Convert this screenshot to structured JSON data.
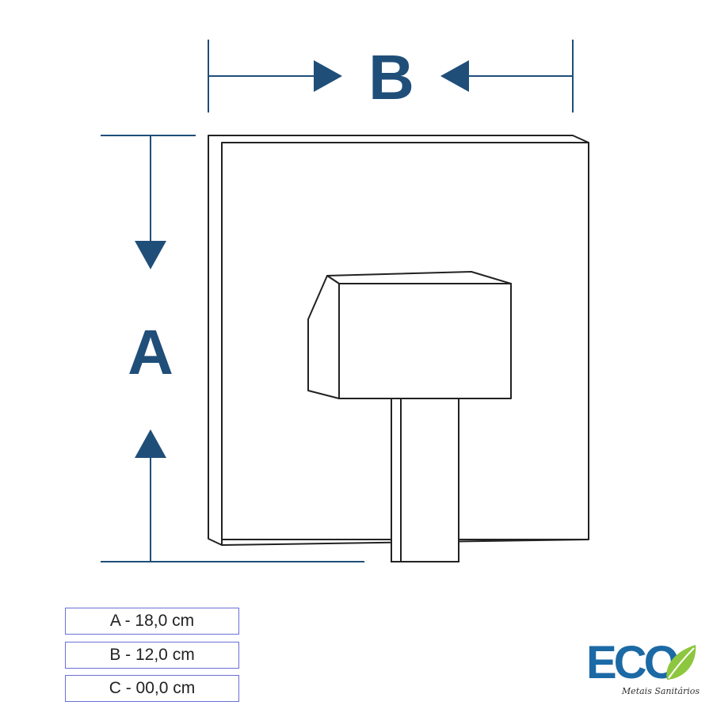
{
  "dimensions": {
    "label_a": "A",
    "label_b": "B"
  },
  "specs": [
    {
      "label": "A - 18,0 cm"
    },
    {
      "label": "B - 12,0 cm"
    },
    {
      "label": "C - 00,0 cm"
    }
  ],
  "logo": {
    "wordmark": "ECO",
    "tagline": "Metais Sanitários"
  },
  "colors": {
    "dimension_blue": "#1f4e79",
    "outline": "#222222",
    "logo_blue": "#1b6aa5",
    "leaf_green": "#8dc63f",
    "spec_border": "#6b6fd6"
  }
}
